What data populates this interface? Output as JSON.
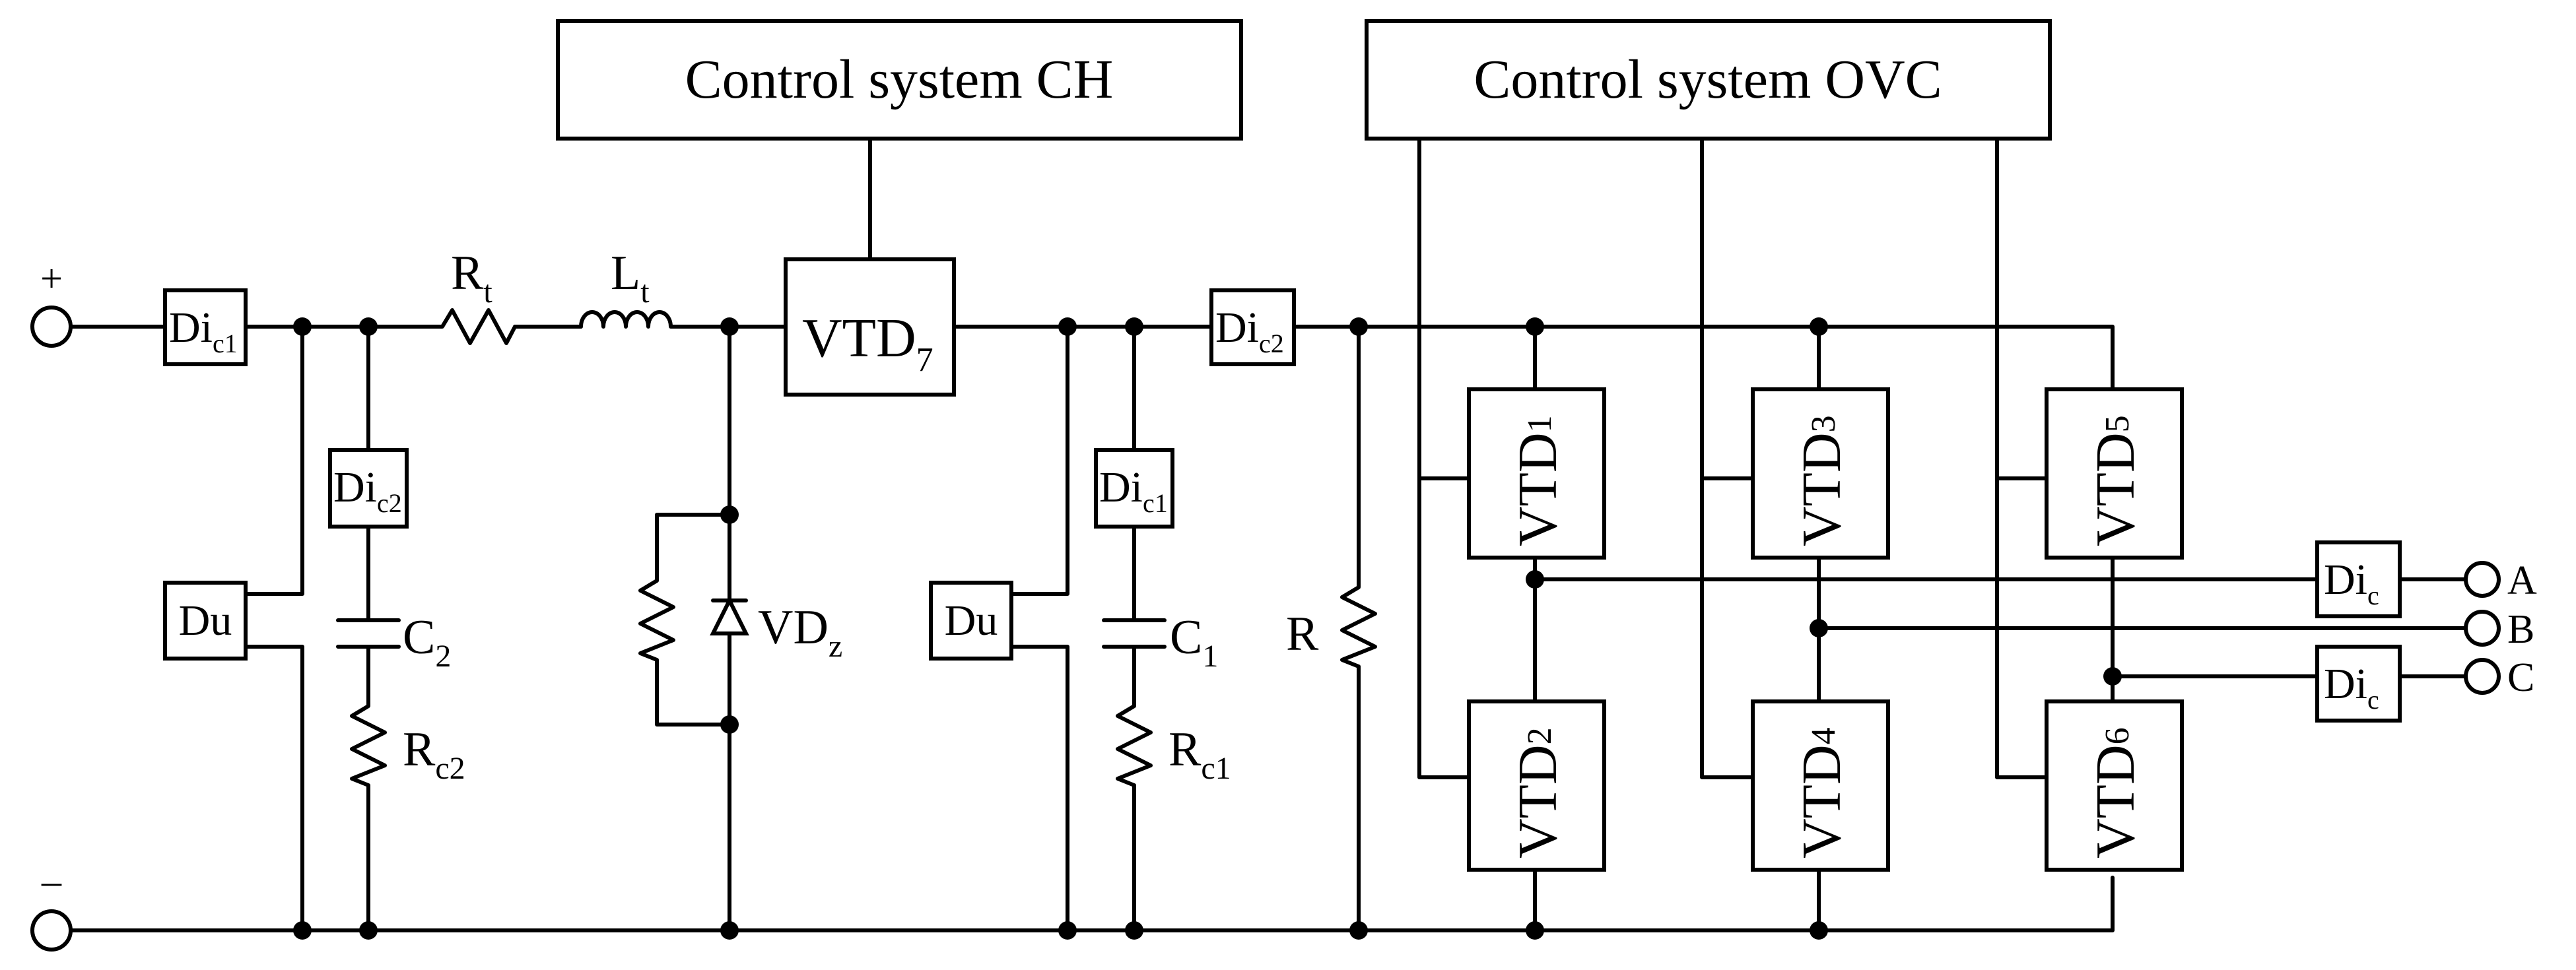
{
  "control_ch": "Control system CH",
  "control_ovc": "Control system OVC",
  "terminals": {
    "plus": "+",
    "minus": "–",
    "a": "A",
    "b": "B",
    "c": "C"
  },
  "labels": {
    "rt_main": "R",
    "rt_sub": "t",
    "lt_main": "L",
    "lt_sub": "t",
    "vd_main": "VD",
    "vd_sub": "z",
    "c2_main": "C",
    "c2_sub": "2",
    "rc2_main": "R",
    "rc2_sub": "c2",
    "c1_main": "C",
    "c1_sub": "1",
    "rc1_main": "R",
    "rc1_sub": "c1",
    "r": "R"
  },
  "blocks": {
    "di_main": "Di",
    "dic1_sub": "c1",
    "dic2_sub": "c2",
    "dic_sub": "c",
    "du": "Du",
    "vtd_main": "VTD",
    "vtd7_sub": "7",
    "vtd1_sub": "1",
    "vtd2_sub": "2",
    "vtd3_sub": "3",
    "vtd4_sub": "4",
    "vtd5_sub": "5",
    "vtd6_sub": "6"
  }
}
